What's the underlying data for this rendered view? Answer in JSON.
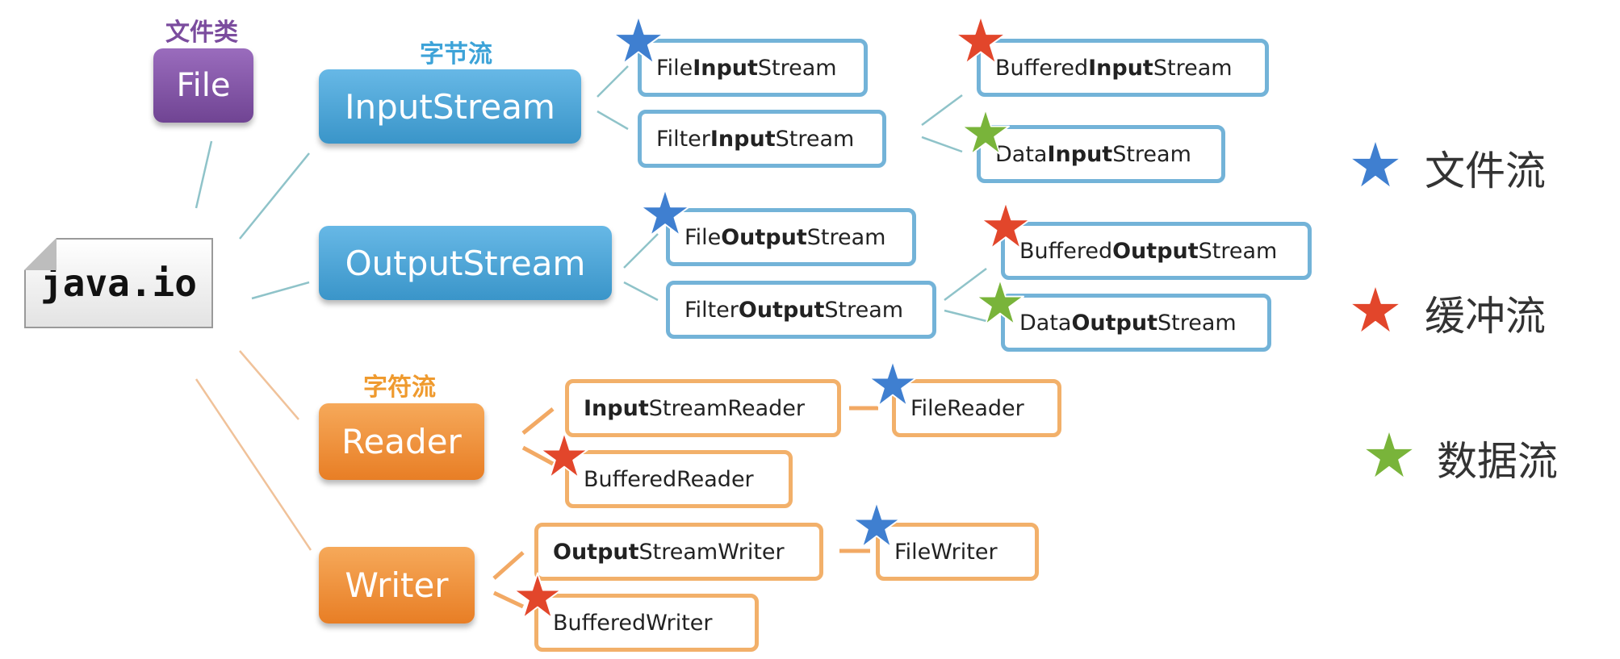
{
  "colors": {
    "file": "#7b4c9e",
    "byte_stream": "#3da3d8",
    "char_stream": "#ef9a2e",
    "star_blue": "#3f7fd0",
    "star_red": "#e2462b",
    "star_green": "#79b43a"
  },
  "root": {
    "label": "java.io"
  },
  "file": {
    "heading": "文件类",
    "label": "File"
  },
  "byte_stream": {
    "heading": "字节流",
    "input": {
      "label": "InputStream",
      "file_stream": {
        "pre": "File",
        "bold": "Input",
        "post": "Stream",
        "star": "blue"
      },
      "filter_stream": {
        "pre": "Filter",
        "bold": "Input",
        "post": "Stream"
      },
      "buffered_stream": {
        "pre": "Buffered",
        "bold": "Input",
        "post": "Stream",
        "star": "red"
      },
      "data_stream": {
        "pre": "Data",
        "bold": "Input",
        "post": "Stream",
        "star": "green"
      }
    },
    "output": {
      "label": "OutputStream",
      "file_stream": {
        "pre": "File",
        "bold": "Output",
        "post": "Stream",
        "star": "blue"
      },
      "filter_stream": {
        "pre": "Filter",
        "bold": "Output",
        "post": "Stream"
      },
      "buffered_stream": {
        "pre": "Buffered",
        "bold": "Output",
        "post": "Stream",
        "star": "red"
      },
      "data_stream": {
        "pre": "Data",
        "bold": "Output",
        "post": "Stream",
        "star": "green"
      }
    }
  },
  "char_stream": {
    "heading": "字符流",
    "reader": {
      "label": "Reader",
      "bridge": {
        "bold": "Input",
        "post": "StreamReader"
      },
      "file": {
        "text": "FileReader",
        "star": "blue"
      },
      "buffered": {
        "text": "BufferedReader",
        "star": "red"
      }
    },
    "writer": {
      "label": "Writer",
      "bridge": {
        "bold": "Output",
        "post": "StreamWriter"
      },
      "file": {
        "text": "FileWriter",
        "star": "blue"
      },
      "buffered": {
        "text": "BufferedWriter",
        "star": "red"
      }
    }
  },
  "legend": [
    {
      "star": "blue",
      "label": "文件流"
    },
    {
      "star": "red",
      "label": "缓冲流"
    },
    {
      "star": "green",
      "label": "数据流"
    }
  ]
}
